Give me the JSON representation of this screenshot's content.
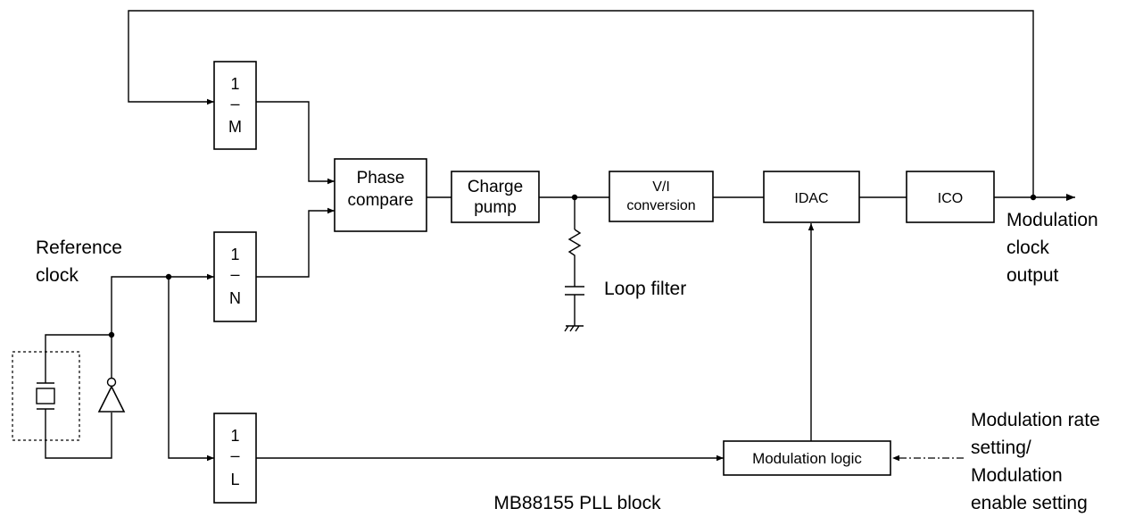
{
  "blocks": {
    "div_m": {
      "numerator": "1",
      "bar": "–",
      "denominator": "M"
    },
    "div_n": {
      "numerator": "1",
      "bar": "–",
      "denominator": "N"
    },
    "div_l": {
      "numerator": "1",
      "bar": "–",
      "denominator": "L"
    },
    "phase_compare": {
      "line1": "Phase",
      "line2": "compare"
    },
    "charge_pump": {
      "line1": "Charge",
      "line2": "pump"
    },
    "vi_conversion": {
      "line1": "V/I",
      "line2": "conversion"
    },
    "idac": {
      "label": "IDAC"
    },
    "ico": {
      "label": "ICO"
    },
    "modulation_logic": {
      "label": "Modulation logic"
    }
  },
  "labels": {
    "reference_clock": [
      "Reference",
      "clock"
    ],
    "loop_filter": "Loop filter",
    "output": [
      "Modulation",
      "clock",
      "output"
    ],
    "rate_setting": [
      "Modulation rate",
      "setting/",
      "Modulation",
      "enable setting"
    ],
    "caption": "MB88155 PLL block"
  }
}
